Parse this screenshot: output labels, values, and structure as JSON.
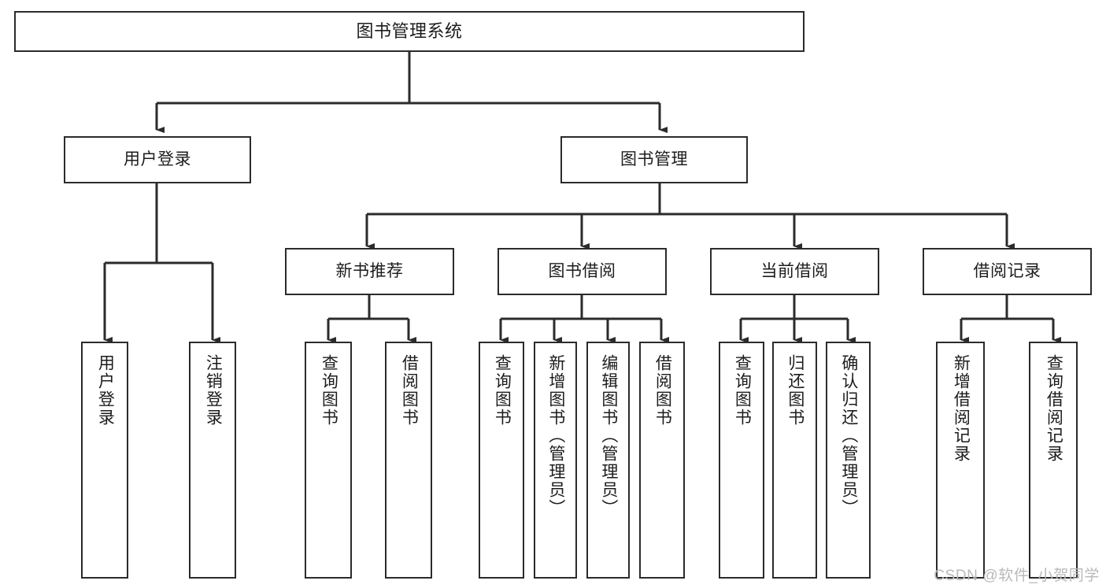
{
  "diagram": {
    "title": "图书管理系统",
    "type": "tree",
    "watermark": "CSDN @软件_小贺同学",
    "colors": {
      "stroke": "#2b2b2b",
      "fill": "#ffffff",
      "text": "#1c1c1c",
      "watermark": "#b9b9b9"
    },
    "root": {
      "label": "图书管理系统"
    },
    "level2": [
      {
        "label": "用户登录"
      },
      {
        "label": "图书管理"
      }
    ],
    "level3": [
      {
        "label": "新书推荐"
      },
      {
        "label": "图书借阅"
      },
      {
        "label": "当前借阅"
      },
      {
        "label": "借阅记录"
      }
    ],
    "leaves": {
      "user_login": [
        {
          "label": "用户登录"
        },
        {
          "label": "注销登录"
        }
      ],
      "new_book": [
        {
          "label": "查询图书"
        },
        {
          "label": "借阅图书"
        }
      ],
      "book_borrow": [
        {
          "label": "查询图书"
        },
        {
          "label": "新增图书（管理员）"
        },
        {
          "label": "编辑图书（管理员）"
        },
        {
          "label": "借阅图书"
        }
      ],
      "current_borrow": [
        {
          "label": "查询图书"
        },
        {
          "label": "归还图书"
        },
        {
          "label": "确认归还（管理员）"
        }
      ],
      "borrow_record": [
        {
          "label": "新增借阅记录"
        },
        {
          "label": "查询借阅记录"
        }
      ]
    }
  }
}
